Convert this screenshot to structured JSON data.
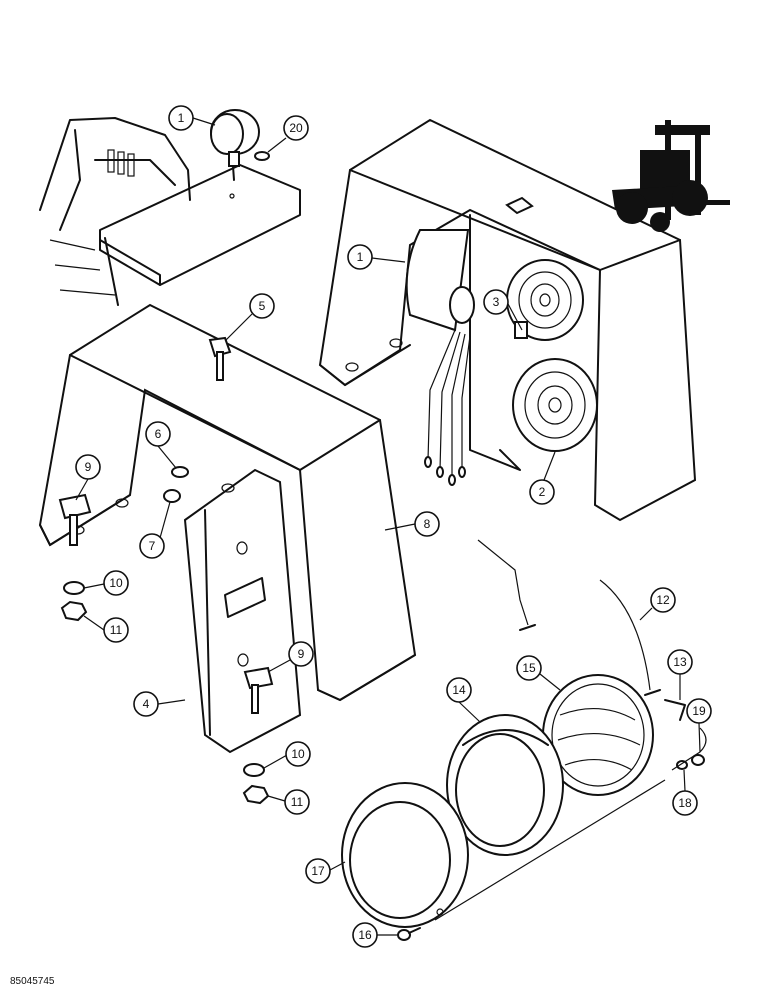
{
  "document": {
    "reference_number": "85045745"
  },
  "callouts": {
    "c1a": "1",
    "c1b": "1",
    "c2": "2",
    "c3": "3",
    "c4": "4",
    "c5": "5",
    "c6": "6",
    "c7": "7",
    "c8": "8",
    "c9a": "9",
    "c9b": "9",
    "c10a": "10",
    "c10b": "10",
    "c11a": "11",
    "c11b": "11",
    "c12": "12",
    "c13": "13",
    "c14": "14",
    "c15": "15",
    "c16": "16",
    "c17": "17",
    "c18": "18",
    "c19": "19",
    "c20": "20"
  }
}
